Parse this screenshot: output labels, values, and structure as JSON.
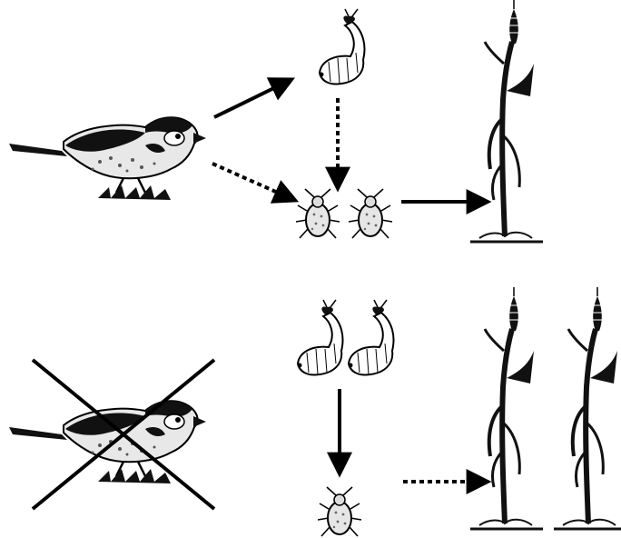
{
  "diagram": {
    "scenarios": [
      {
        "id": "with-bird",
        "bird": {
          "icon": "sparrow-icon",
          "crossed_out": false
        },
        "caterpillars": 1,
        "aphids": 2,
        "wheat_plants": 1,
        "links": [
          {
            "from": "bird",
            "to": "caterpillar",
            "style": "solid"
          },
          {
            "from": "bird",
            "to": "aphids",
            "style": "dotted"
          },
          {
            "from": "caterpillar",
            "to": "aphids",
            "style": "dotted"
          },
          {
            "from": "aphids",
            "to": "wheat",
            "style": "solid"
          }
        ]
      },
      {
        "id": "bird-removed",
        "bird": {
          "icon": "sparrow-icon",
          "crossed_out": true
        },
        "caterpillars": 2,
        "aphids": 1,
        "wheat_plants": 2,
        "links": [
          {
            "from": "caterpillar",
            "to": "aphids",
            "style": "solid"
          },
          {
            "from": "aphids",
            "to": "wheat",
            "style": "dotted"
          }
        ]
      }
    ],
    "colors": {
      "ink": "#000000",
      "body_light": "#e6e6e6",
      "background": "#ffffff"
    }
  }
}
